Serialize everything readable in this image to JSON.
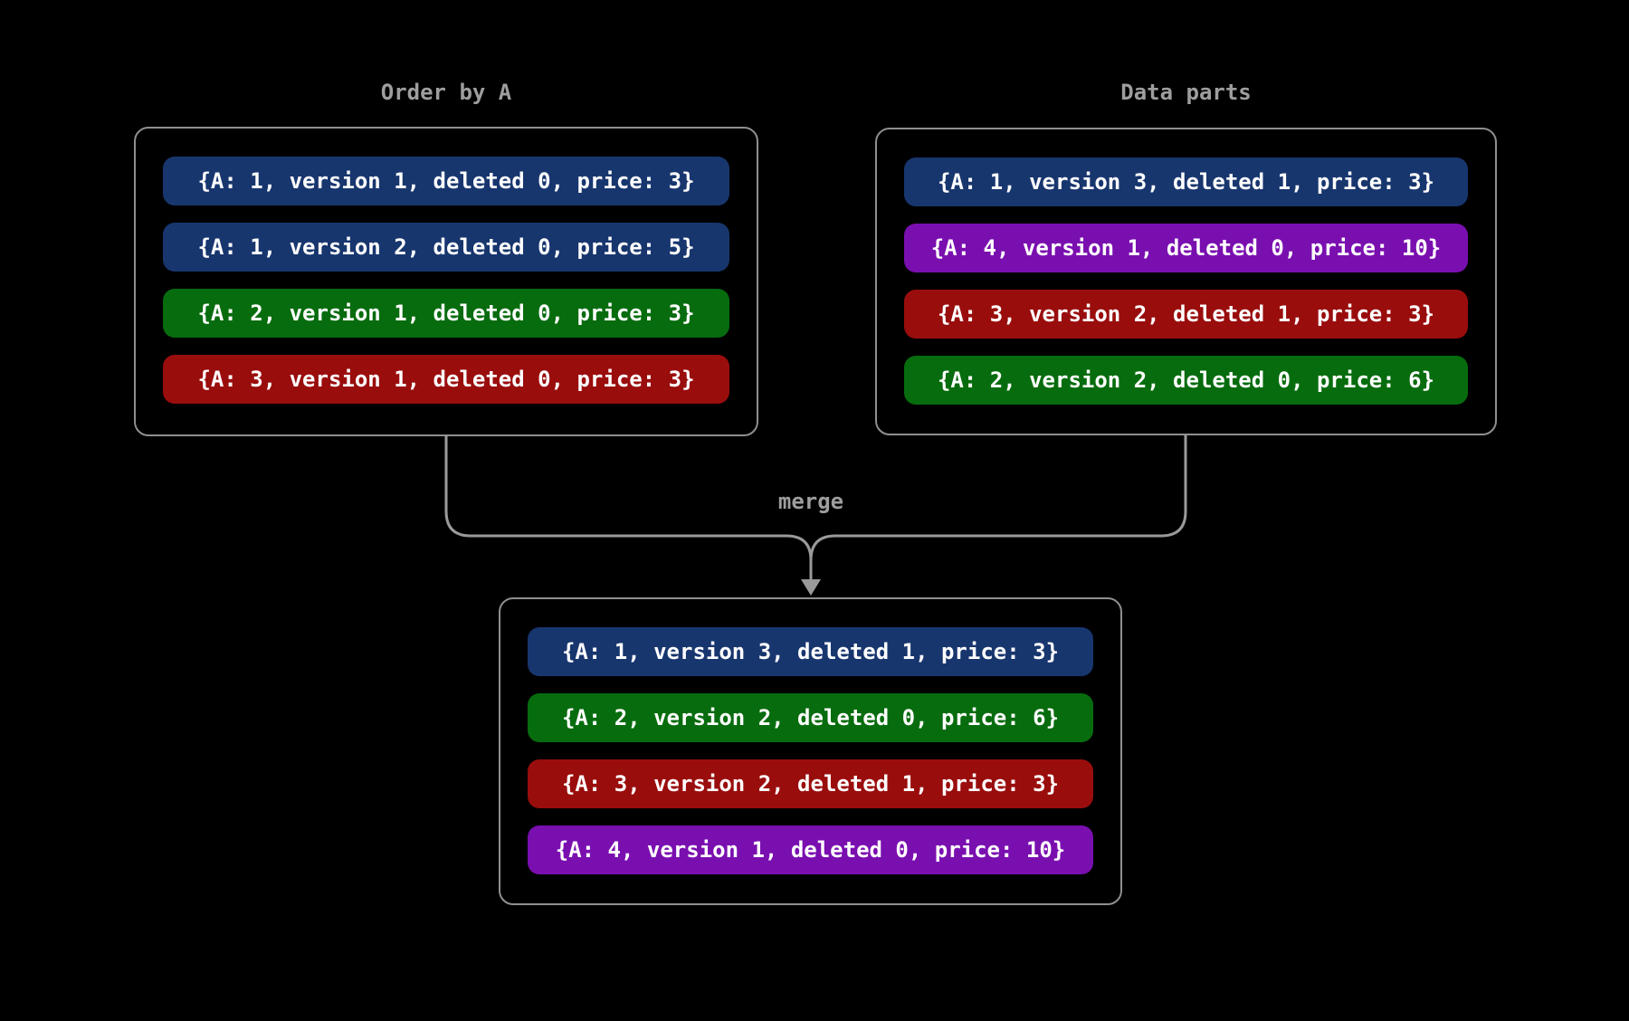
{
  "colors": {
    "background": "#000000",
    "panel_border": "#8f8f8f",
    "connector": "#9a9a9a",
    "title_text": "#9e9e9e",
    "row_text": "#ffffff",
    "blue": "#18366e",
    "green": "#076c0e",
    "red": "#9a0d0d",
    "purple": "#7a0fb0"
  },
  "merge_label": "merge",
  "panels": {
    "order_by_a": {
      "title": "Order by A",
      "rows": [
        {
          "text": "{A: 1, version 1, deleted 0, price: 3}",
          "color": "blue"
        },
        {
          "text": "{A: 1, version 2, deleted 0, price: 5}",
          "color": "blue"
        },
        {
          "text": "{A: 2, version 1, deleted 0, price: 3}",
          "color": "green"
        },
        {
          "text": "{A: 3, version 1, deleted 0, price: 3}",
          "color": "red"
        }
      ]
    },
    "data_parts": {
      "title": "Data parts",
      "rows": [
        {
          "text": "{A: 1, version 3, deleted 1, price: 3}",
          "color": "blue"
        },
        {
          "text": "{A: 4, version 1, deleted 0, price: 10}",
          "color": "purple"
        },
        {
          "text": "{A: 3, version 2, deleted 1, price: 3}",
          "color": "red"
        },
        {
          "text": "{A: 2, version 2, deleted 0, price: 6}",
          "color": "green"
        }
      ]
    },
    "merged": {
      "rows": [
        {
          "text": "{A: 1, version 3, deleted 1, price: 3}",
          "color": "blue"
        },
        {
          "text": "{A: 2, version 2, deleted 0, price: 6}",
          "color": "green"
        },
        {
          "text": "{A: 3, version 2, deleted 1, price: 3}",
          "color": "red"
        },
        {
          "text": "{A: 4, version 1, deleted 0, price: 10}",
          "color": "purple"
        }
      ]
    }
  }
}
